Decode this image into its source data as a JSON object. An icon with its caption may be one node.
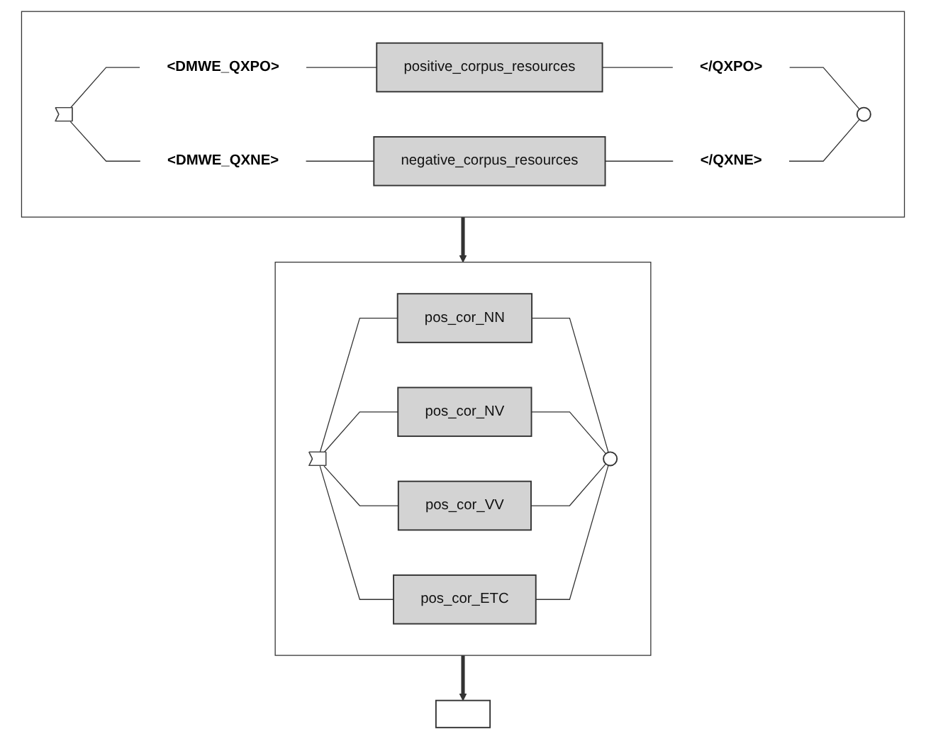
{
  "diagram": {
    "nodes": [
      {
        "text": [],
        "shape": "box"
      },
      {
        "text": [],
        "shape": "triangle",
        "in": 0
      },
      {
        "text": [
          "<DMWE_QXPO>"
        ],
        "in": 0
      },
      {
        "text": [
          "positive_corpus_resources"
        ],
        "in": 0
      },
      {
        "text": [
          "</QXPO>"
        ],
        "in": 0
      },
      {
        "text": [
          "<DMWE_QXNE>"
        ],
        "in": 0
      },
      {
        "text": [
          "negative_corpus_resources"
        ],
        "in": 0
      },
      {
        "text": [
          "</QXNE>"
        ],
        "in": 0
      },
      {
        "text": [],
        "shape": "circle",
        "in": 0
      },
      {
        "text": [],
        "shape": "box"
      },
      {
        "text": [],
        "shape": "triangle",
        "in": 9
      },
      {
        "text": [
          "pos_cor_NN"
        ],
        "in": 9
      },
      {
        "text": [
          "pos_cor_NV"
        ],
        "in": 9
      },
      {
        "text": [
          "pos_cor_VV"
        ],
        "in": 9
      },
      {
        "text": [
          "pos_cor_ETC"
        ],
        "in": 9
      },
      {
        "text": [],
        "shape": "circle",
        "in": 9
      },
      {
        "text": [],
        "shape": "box"
      }
    ],
    "edges": [
      {
        "from": 1,
        "to": 2,
        "arrow": "none"
      },
      {
        "from": 2,
        "to": 3,
        "arrow": "none"
      },
      {
        "from": 3,
        "to": 4,
        "arrow": "none"
      },
      {
        "from": 4,
        "to": 8,
        "arrow": "none"
      },
      {
        "from": 1,
        "to": 5,
        "arrow": "none"
      },
      {
        "from": 5,
        "to": 6,
        "arrow": "none"
      },
      {
        "from": 6,
        "to": 7,
        "arrow": "none"
      },
      {
        "from": 7,
        "to": 8,
        "arrow": "none"
      },
      {
        "from": 0,
        "to": 9,
        "arrow": "to",
        "style": "thick"
      },
      {
        "from": 10,
        "to": 11,
        "arrow": "none"
      },
      {
        "from": 10,
        "to": 12,
        "arrow": "none"
      },
      {
        "from": 10,
        "to": 13,
        "arrow": "none"
      },
      {
        "from": 10,
        "to": 14,
        "arrow": "none"
      },
      {
        "from": 11,
        "to": 15,
        "arrow": "none"
      },
      {
        "from": 12,
        "to": 15,
        "arrow": "none"
      },
      {
        "from": 13,
        "to": 15,
        "arrow": "none"
      },
      {
        "from": 14,
        "to": 15,
        "arrow": "none"
      },
      {
        "from": 9,
        "to": 16,
        "arrow": "to",
        "style": "thick"
      }
    ]
  }
}
